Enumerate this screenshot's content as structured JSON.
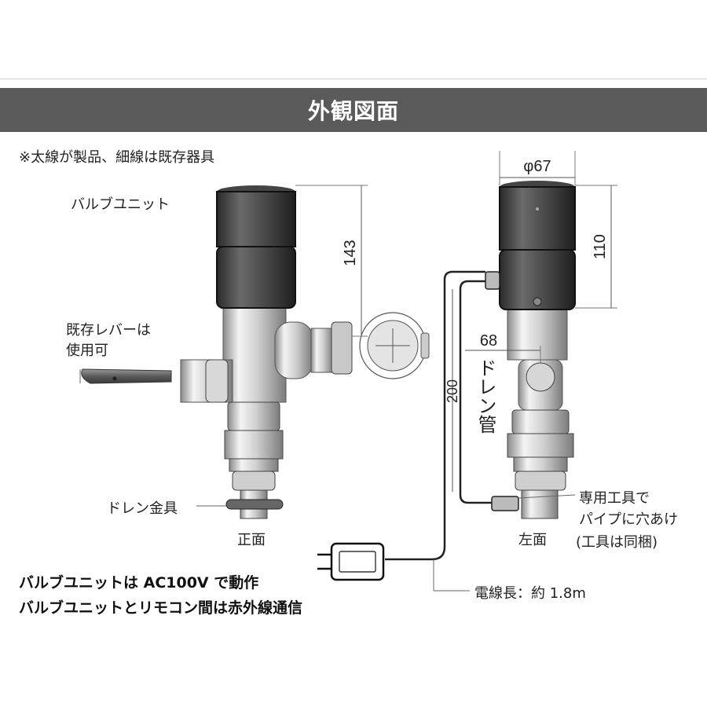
{
  "header": {
    "title": "外観図面"
  },
  "notes": {
    "legend": "※太線が製品、細線は既存器具",
    "bottom_line1": "バルブユニットは AC100V で動作",
    "bottom_line2": "バルブユニットとリモコン間は赤外線通信"
  },
  "labels": {
    "valve_unit": "バルブユニット",
    "lever_line1": "既存レバーは",
    "lever_line2": "使用可",
    "drain_fitting": "ドレン金具",
    "front_view": "正面",
    "side_view": "左面",
    "drain_pipe": "ドレン管",
    "tool_line1": "専用工具で",
    "tool_line2": "パイプに穴あけ",
    "tool_line3": "(工具は同梱)",
    "cord_length": "電線長：約 1.8m"
  },
  "dimensions": {
    "height_143": "143",
    "diameter": "φ67",
    "height_110": "110",
    "offset_68": "68",
    "drain_200": "200"
  }
}
